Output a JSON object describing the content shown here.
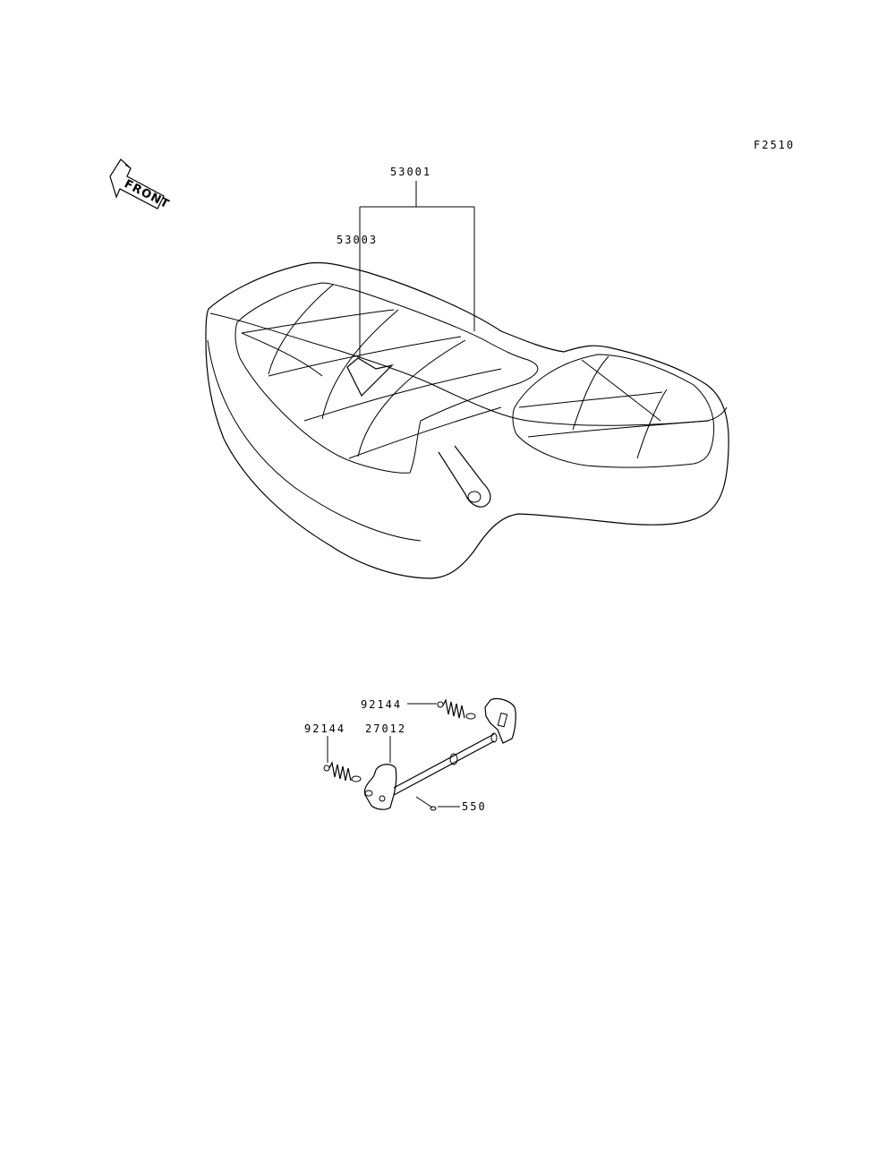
{
  "figure_code": "F2510",
  "front_indicator": {
    "text": "FRONT",
    "icon": "front-arrow-icon"
  },
  "parts": {
    "seat_assy": "53001",
    "seat_label": "53003",
    "spring_right": "92144",
    "spring_left": "92144",
    "hook_lever": "27012",
    "cotter_pin": "550"
  }
}
